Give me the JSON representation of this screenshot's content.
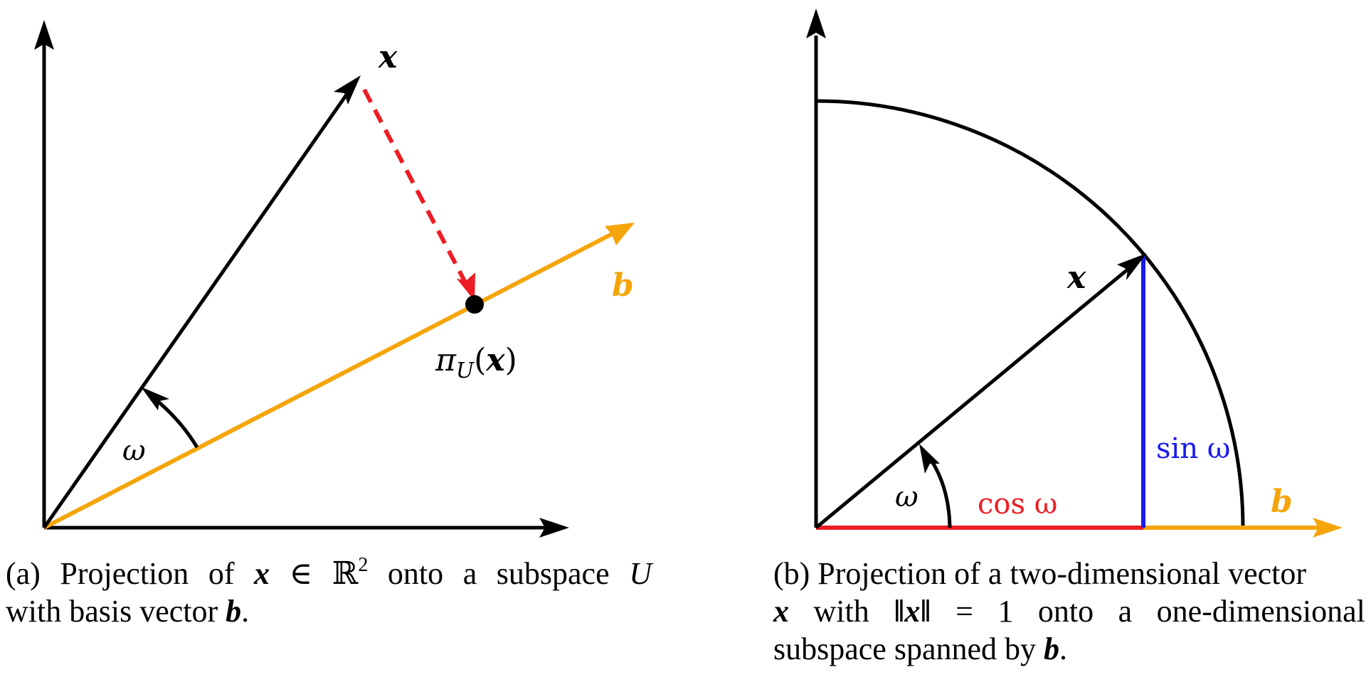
{
  "panel_a": {
    "label_x": "x",
    "label_b": "b",
    "label_proj_pi": "π",
    "label_proj_sub": "U",
    "label_proj_arg": "x",
    "label_omega": "ω",
    "caption": {
      "line1": [
        "(a)",
        "Projection",
        "of",
        "x",
        "∈",
        "ℝ",
        "2",
        "onto",
        "a",
        "subspace",
        "U"
      ],
      "line2_text": "with basis vector",
      "line2_b": "b",
      "line2_end": "."
    }
  },
  "panel_b": {
    "label_x": "x",
    "label_b": "b",
    "label_omega": "ω",
    "label_cos": "cos ω",
    "label_sin": "sin ω",
    "caption": {
      "line1": "(b) Projection of a two-dimensional vector",
      "line2_x": "x",
      "line2_with": "with",
      "line2_norm": "‖x‖",
      "line2_eq": "=",
      "line2_one": "1",
      "line2_rest": [
        "onto",
        "a",
        "one-dimensional"
      ],
      "line3_text": "subspace spanned by",
      "line3_b": "b",
      "line3_end": "."
    }
  },
  "colors": {
    "axis": "#000000",
    "vector_x": "#000000",
    "vector_b": "#f5a50a",
    "projection_dashed": "#ee1c24",
    "cos_segment": "#ee1c24",
    "sin_segment": "#1a1aee"
  }
}
